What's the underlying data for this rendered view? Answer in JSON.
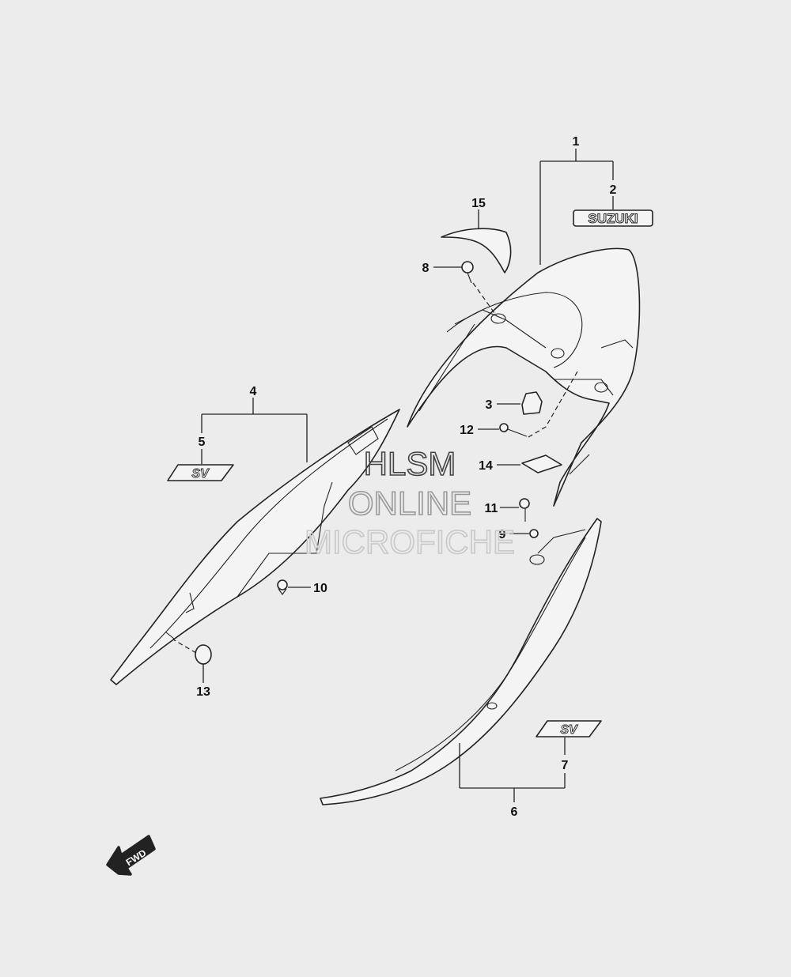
{
  "callouts": {
    "c1": "1",
    "c2": "2",
    "c3": "3",
    "c4": "4",
    "c5": "5",
    "c6": "6",
    "c7": "7",
    "c8": "8",
    "c9": "9",
    "c10": "10",
    "c11": "11",
    "c12": "12",
    "c13": "13",
    "c14": "14",
    "c15": "15"
  },
  "emblems": {
    "suzuki": "SUZUKI",
    "sv": "SV"
  },
  "fwd_arrow": "FWD",
  "watermark": {
    "line1": "HLSM",
    "line2": "ONLINE",
    "line3": "MICROFICHE"
  },
  "colors": {
    "background": "#ececec",
    "line": "#222222",
    "watermark": "#cccccc"
  }
}
